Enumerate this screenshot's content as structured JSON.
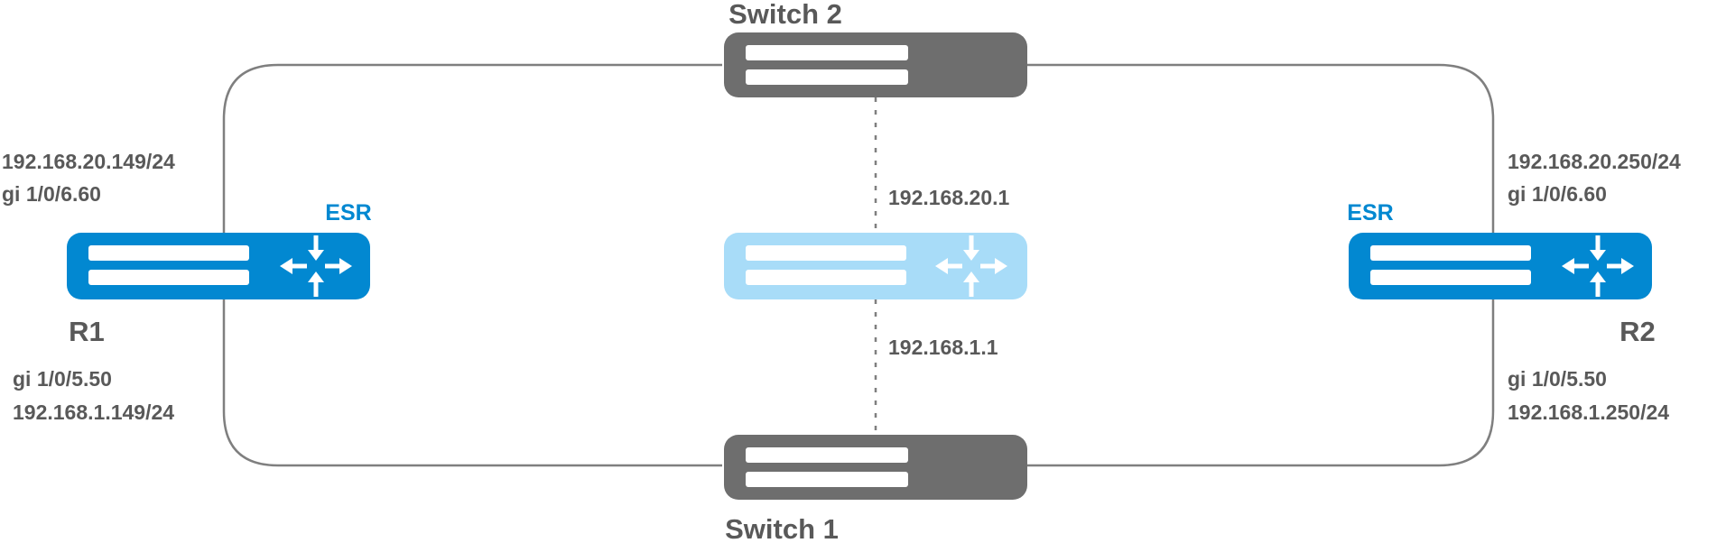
{
  "devices": {
    "switch2": {
      "label": "Switch 2",
      "color": "#6e6e6e"
    },
    "switch1": {
      "label": "Switch 1",
      "color": "#6e6e6e"
    },
    "r1": {
      "label": "R1",
      "brand": "ESR",
      "color": "#0288d1"
    },
    "r2": {
      "label": "R2",
      "brand": "ESR",
      "color": "#0288d1"
    },
    "virtual_router": {
      "color": "#a8dcf8"
    }
  },
  "addresses": {
    "r1_top_ip": "192.168.20.149/24",
    "r1_top_if": "gi 1/0/6.60",
    "r1_bottom_if": "gi 1/0/5.50",
    "r1_bottom_ip": "192.168.1.149/24",
    "r2_top_ip": "192.168.20.250/24",
    "r2_top_if": "gi 1/0/6.60",
    "r2_bottom_if": "gi 1/0/5.50",
    "r2_bottom_ip": "192.168.1.250/24",
    "vip_top": "192.168.20.1",
    "vip_bottom": "192.168.1.1"
  },
  "colors": {
    "link": "#7f7f7f",
    "text": "#595959",
    "brand": "#0288d1"
  }
}
